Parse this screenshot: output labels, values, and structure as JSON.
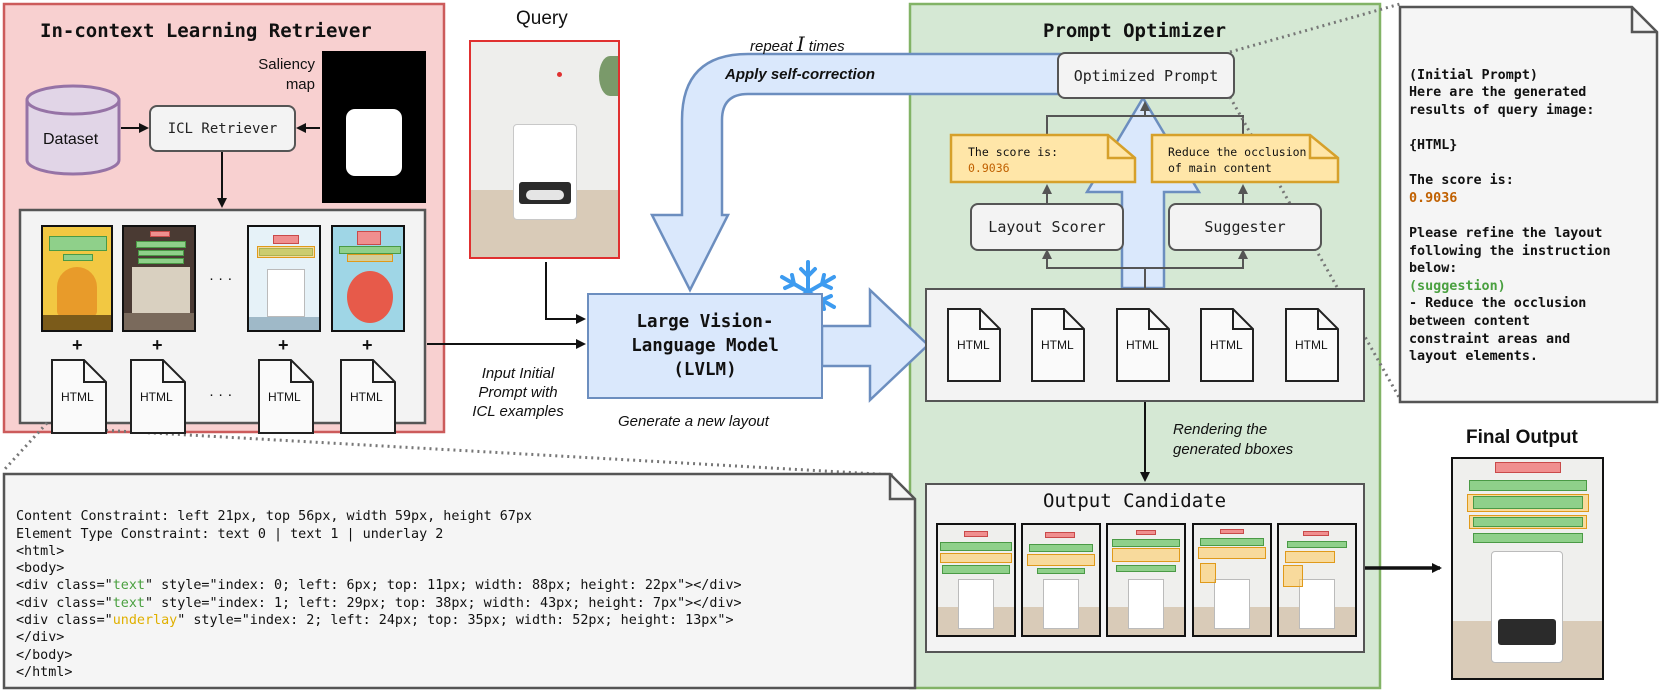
{
  "icl": {
    "title": "In-context Learning Retriever",
    "dataset_label": "Dataset",
    "retriever_label": "ICL Retriever",
    "saliency_label_1": "Saliency",
    "saliency_label_2": "map",
    "ellipsis": "· · ·",
    "plus": "+",
    "html_label": "HTML"
  },
  "query": {
    "label": "Query"
  },
  "flow": {
    "repeat_pre": "repeat",
    "repeat_var": "I",
    "repeat_post": "times",
    "self_correction": "Apply self-correction",
    "input_line1": "Input Initial",
    "input_line2": "Prompt with",
    "input_line3": "ICL examples",
    "generate": "Generate a new layout",
    "rendering_line1": "Rendering the",
    "rendering_line2": "generated bboxes"
  },
  "lvlm": {
    "line1": "Large Vision-",
    "line2": "Language Model",
    "line3": "(LVLM)"
  },
  "optimizer": {
    "title": "Prompt Optimizer",
    "optimized_prompt": "Optimized Prompt",
    "score_note_line1": "The score is:",
    "score_note_value": "0.9036",
    "suggest_note_line1": "Reduce the occlusion",
    "suggest_note_line2": "of main content",
    "layout_scorer": "Layout Scorer",
    "suggester": "Suggester",
    "html_label": "HTML",
    "output_candidate": "Output Candidate"
  },
  "final": {
    "label": "Final Output"
  },
  "prompt_panel": {
    "l1": "(Initial Prompt)",
    "l2": "Here are the generated",
    "l3": "results of query image:",
    "l4": "{HTML}",
    "l5": "The score is:",
    "l6": "0.9036",
    "l7": "Please refine the layout",
    "l8": "following the instruction",
    "l9": "below:",
    "l10": "(suggestion)",
    "l11": "- Reduce the occlusion",
    "l12": "between content",
    "l13": "constraint areas and",
    "l14": "layout elements."
  },
  "code_panel": {
    "l1": "Content Constraint: left 21px, top 56px, width 59px, height 67px",
    "l2": "Element Type Constraint: text 0 | text 1 | underlay 2",
    "l3": "<html>",
    "l4": "<body>",
    "l5a": "<div class=\"",
    "l5b": "text",
    "l5c": "\" style=\"index: 0; left: 6px; top: 11px; width: 88px; height: 22px\"></div>",
    "l6a": "<div class=\"",
    "l6b": "text",
    "l6c": "\" style=\"index: 1; left: 29px; top: 38px; width: 43px; height: 7px\"></div>",
    "l7a": "<div class=\"",
    "l7b": "underlay",
    "l7c": "\" style=\"index: 2; left: 24px; top: 35px; width: 52px; height: 13px\">",
    "l8": "</div>",
    "l9": "</body>",
    "l10": "</html>"
  },
  "colors": {
    "icl_bg": "#f8d0d0",
    "icl_border": "#cc5b5b",
    "optimizer_bg": "#d5e8d4",
    "optimizer_border": "#82b366",
    "lvlm_bg": "#dae8fc",
    "lvlm_border": "#6c8ebf",
    "dataset": "#e1d5e7",
    "dataset_border": "#9673a6",
    "note_bg": "#ffe6a8",
    "note_border": "#d6a02a",
    "score_orange": "#c06000",
    "text_green": "#4aa040",
    "underlay_yellow": "#e0b000",
    "snowflake": "#3d9bf0"
  }
}
